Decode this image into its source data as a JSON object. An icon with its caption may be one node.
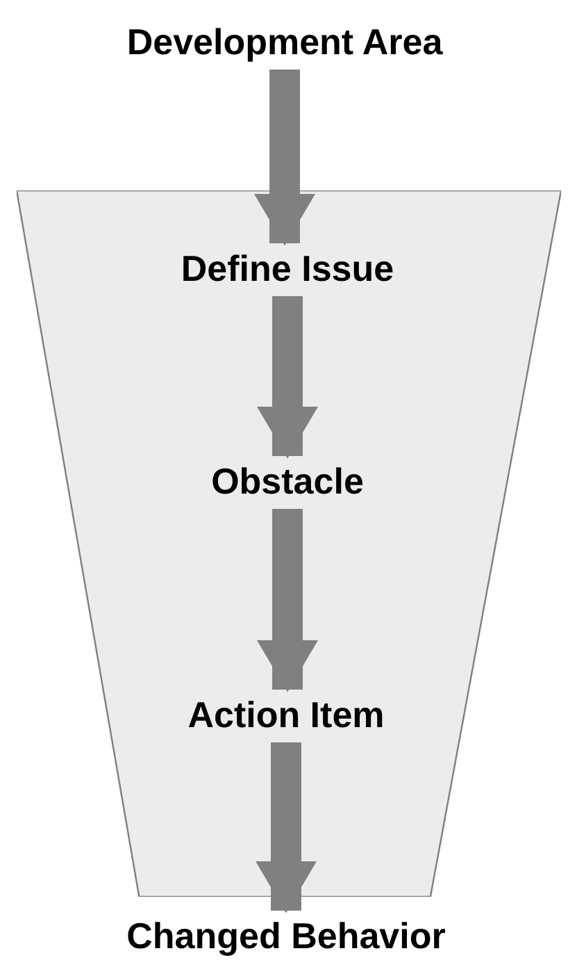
{
  "diagram": {
    "nodes": [
      {
        "text": [
          "Development Area"
        ]
      },
      {
        "text": [],
        "shape": "funnel"
      },
      {
        "text": [
          "Define Issue"
        ],
        "in": 1
      },
      {
        "text": [
          "Obstacle"
        ],
        "in": 1
      },
      {
        "text": [
          "Action Item"
        ],
        "in": 1
      },
      {
        "text": [
          "Changed Behavior"
        ]
      }
    ],
    "edges": [
      {
        "from": 0,
        "to": 2,
        "arrow": "to"
      },
      {
        "from": 2,
        "to": 3,
        "arrow": "to"
      },
      {
        "from": 3,
        "to": 4,
        "arrow": "to"
      },
      {
        "from": 4,
        "to": 5,
        "arrow": "to"
      }
    ]
  }
}
